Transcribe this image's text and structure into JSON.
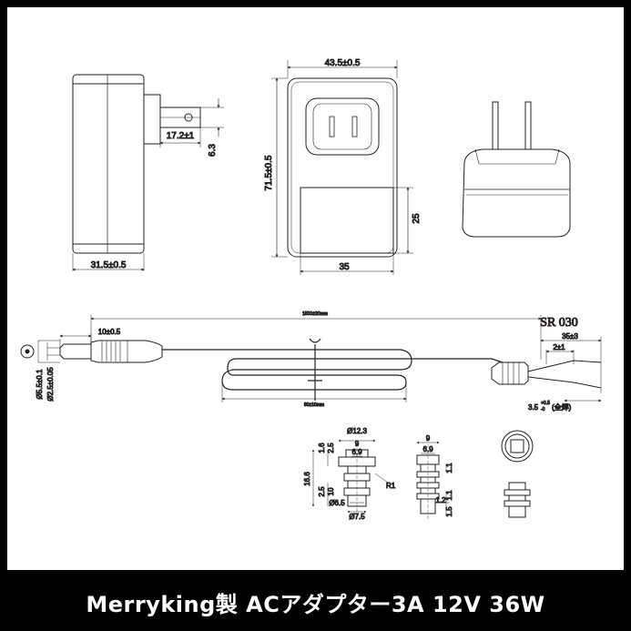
{
  "caption": "Merryking製 ACアダプター3A 12V 36W",
  "accent_color": "#c8102e",
  "dims": {
    "side_depth": "31.5±0.5",
    "plug_length": "17.2±1",
    "plug_thick": "6.3",
    "front_width": "43.5±0.5",
    "front_height": "71.5±0.5",
    "label_h": "25",
    "label_w": "35",
    "cable_total": "1500±20mm",
    "plug_len": "10±0.5",
    "dia_out": "Ø5.5±0.1",
    "dia_in": "Ø2.5±0.05",
    "loop_len": "90±10mm",
    "part_code": "SR 030",
    "lead_len": "35±3",
    "strip_len": "2±1",
    "tin_len": "3.5",
    "tin_tol": "+0.5",
    "tin_tol2": "-0",
    "tin_note": "(全焊)",
    "sr_d1": "Ø12.3",
    "sr_w9": "9",
    "sr_d69": "6.9",
    "sr_h166": "16.6",
    "sr_h16": "1.6",
    "sr_h25a": "2.5",
    "sr_h25b": "2.5",
    "sr_h10": "10",
    "sr_d65": "Ø6.5",
    "sr_d75": "Ø7.5",
    "sr_r1": "R1",
    "sr2_w9": "9",
    "sr2_d69": "6.9",
    "sr2_h11a": "1.1",
    "sr2_h11b": "1.1",
    "sr2_w12": "1.2",
    "sr2_h15": "1.5"
  }
}
